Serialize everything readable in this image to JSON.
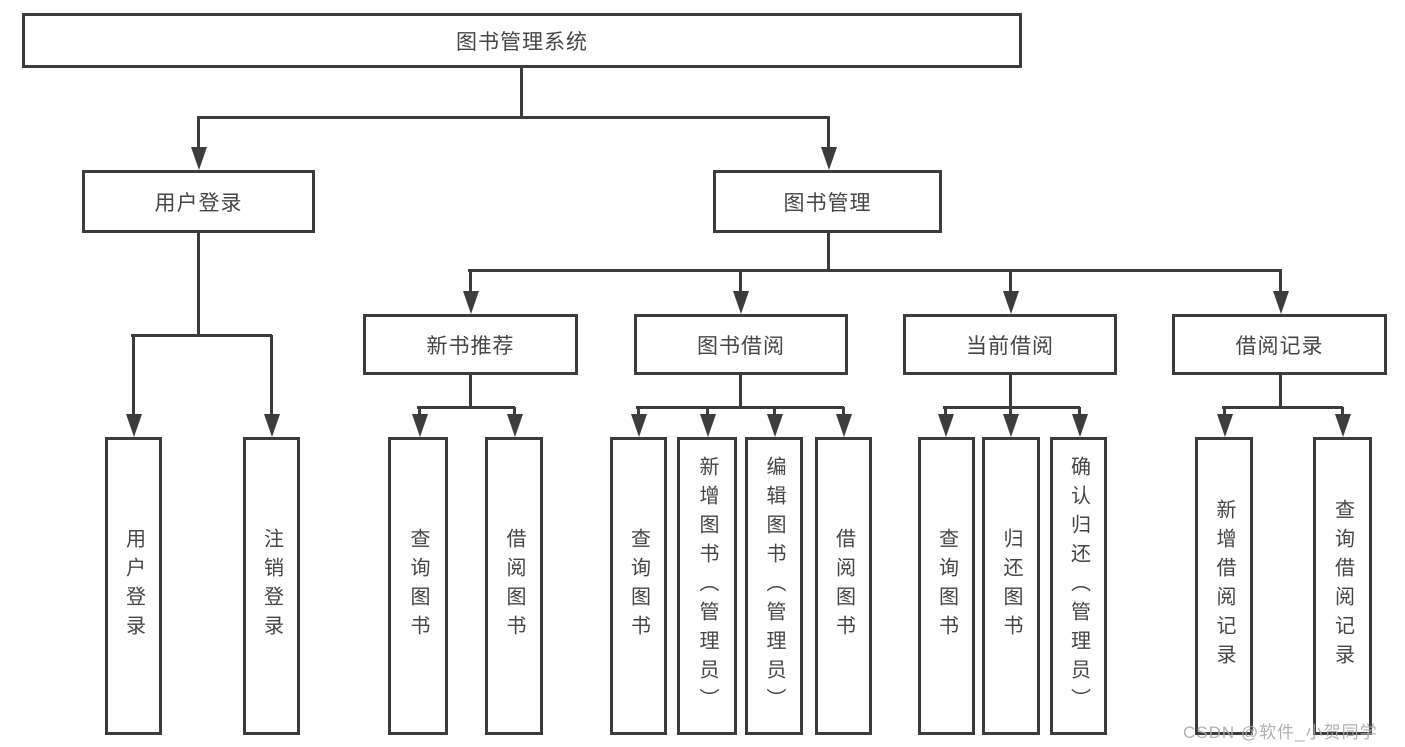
{
  "tree": {
    "root": {
      "label": "图书管理系统"
    },
    "branches": [
      {
        "label": "用户登录",
        "children": [
          "用户登录",
          "注销登录"
        ]
      },
      {
        "label": "图书管理",
        "modules": [
          {
            "label": "新书推荐",
            "children": [
              "查询图书",
              "借阅图书"
            ]
          },
          {
            "label": "图书借阅",
            "children": [
              "查询图书",
              "新增图书（管理员）",
              "编辑图书（管理员）",
              "借阅图书"
            ]
          },
          {
            "label": "当前借阅",
            "children": [
              "查询图书",
              "归还图书",
              "确认归还（管理员）"
            ]
          },
          {
            "label": "借阅记录",
            "children": [
              "新增借阅记录",
              "查询借阅记录"
            ]
          }
        ]
      }
    ]
  },
  "watermark": {
    "text": "CSDN @软件_小贺同学"
  },
  "colors": {
    "line": "#3c3c3c",
    "text": "#454545",
    "watermark": "#aaaaaa",
    "background": "#ffffff"
  }
}
